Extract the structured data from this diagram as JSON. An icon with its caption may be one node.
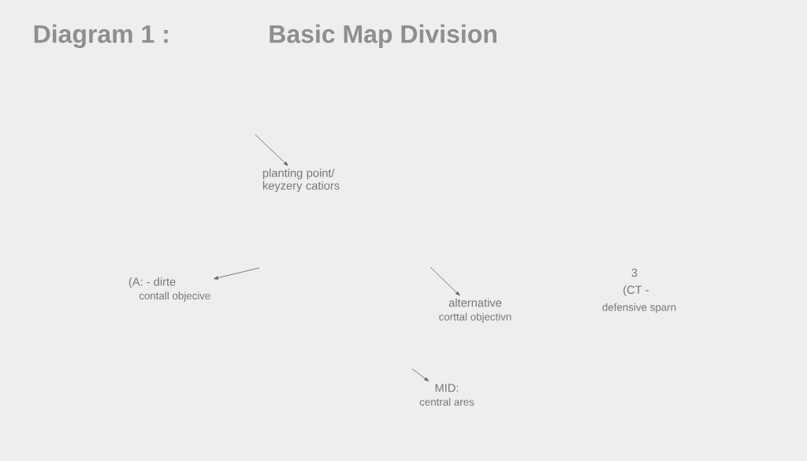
{
  "diagram": {
    "title": "Basic Map Division",
    "nodes": [
      {
        "text": [
          "planting point/ keyzery catiors"
        ]
      },
      {
        "text": [
          "(A: - dirte",
          "contall objecive"
        ]
      },
      {
        "text": [
          "alternative",
          "corttal objectivn"
        ]
      },
      {
        "text": [
          "MID:",
          "central ares"
        ]
      }
    ],
    "edges": [
      {
        "from": null,
        "to": 0,
        "arrow": "to"
      },
      {
        "from": null,
        "to": 1,
        "arrow": "to"
      },
      {
        "from": null,
        "to": 2,
        "arrow": "to"
      },
      {
        "from": null,
        "to": 3,
        "arrow": "to"
      }
    ],
    "labels": [
      "Diagram 1 :",
      "3",
      "(CT -",
      "defensive sparn"
    ]
  }
}
